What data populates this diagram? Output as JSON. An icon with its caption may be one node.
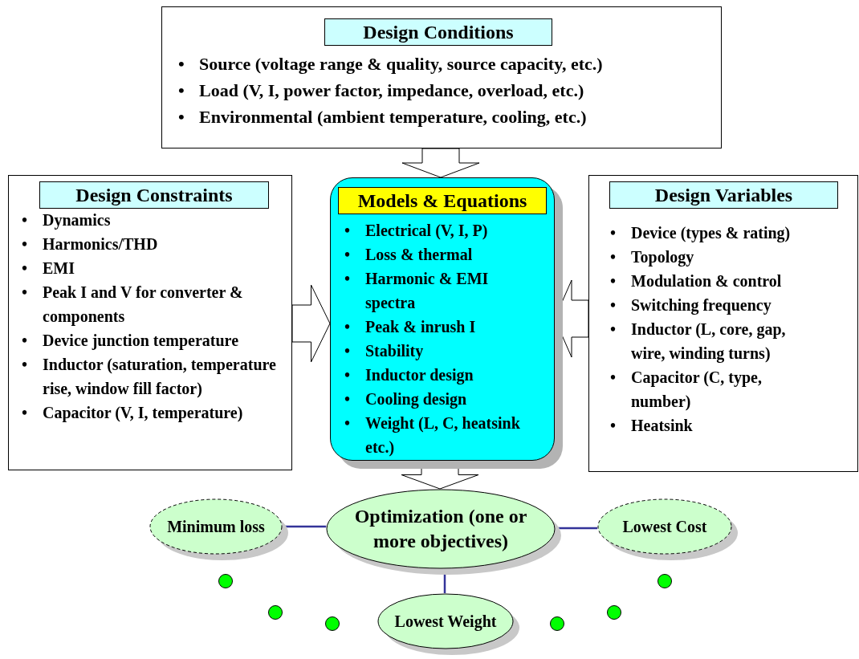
{
  "diagram": {
    "nodes": [
      {
        "text": [
          "Design Conditions",
          "• Source (voltage range & quality, source capacity, etc.)",
          "• Load (V, I, power factor, impedance, overload, etc.)",
          "• Environmental (ambient temperature, cooling, etc.)"
        ]
      },
      {
        "text": [
          "Design Constraints",
          "• Dynamics",
          "• Harmonics/THD",
          "• EMI",
          "• Peak I and V for converter & components",
          "• Device junction temperature",
          "• Inductor (saturation, temperature rise, window fill factor)",
          "• Capacitor (V, I, temperature)"
        ]
      },
      {
        "text": [
          "Models & Equations",
          "• Electrical (V,  I, P)",
          "• Loss & thermal",
          "• Harmonic & EMI spectra",
          "• Peak & inrush I",
          "• Stability",
          "• Inductor design",
          "• Cooling design",
          "• Weight (L, C, heatsink etc.)"
        ]
      },
      {
        "text": [
          "Design Variables",
          "• Device (types & rating)",
          "• Topology",
          "• Modulation & control",
          "• Switching frequency",
          "• Inductor (L, core, gap, wire, winding turns)",
          "• Capacitor (C, type, number)",
          "• Heatsink"
        ]
      },
      {
        "text": [
          "Optimization (one or more objectives)"
        ]
      },
      {
        "text": [
          "Minimum loss"
        ]
      },
      {
        "text": [
          "Lowest Cost"
        ]
      },
      {
        "text": [
          "Lowest Weight"
        ]
      },
      {
        "text": [],
        "shape": "circle"
      },
      {
        "text": [],
        "shape": "circle"
      },
      {
        "text": [],
        "shape": "circle"
      },
      {
        "text": [],
        "shape": "circle"
      },
      {
        "text": [],
        "shape": "circle"
      },
      {
        "text": [],
        "shape": "circle"
      }
    ],
    "edges": [
      {
        "from": 0,
        "to": 2,
        "arrow": "to"
      },
      {
        "from": 1,
        "to": 2,
        "arrow": "to"
      },
      {
        "from": 3,
        "to": 2,
        "arrow": "to"
      },
      {
        "from": 2,
        "to": 4,
        "arrow": "to"
      },
      {
        "from": 5,
        "to": 4,
        "arrow": "none",
        "color": "#333399"
      },
      {
        "from": 4,
        "to": 6,
        "arrow": "none",
        "color": "#333399"
      },
      {
        "from": 4,
        "to": 7,
        "arrow": "none",
        "color": "#333399"
      }
    ]
  }
}
